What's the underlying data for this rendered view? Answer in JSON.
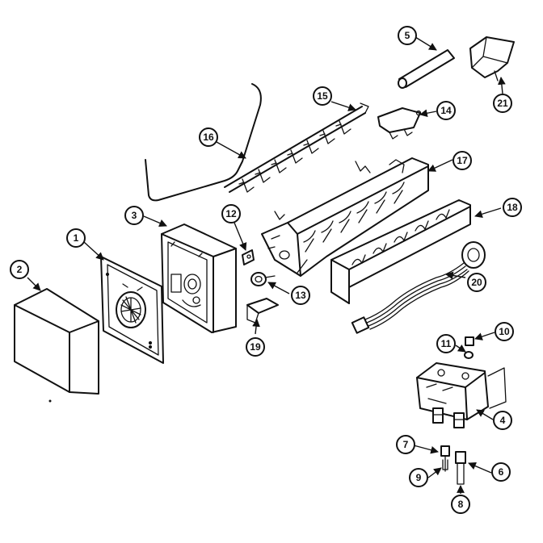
{
  "diagram": {
    "callouts": [
      {
        "id": "c1",
        "label": "1"
      },
      {
        "id": "c2",
        "label": "2"
      },
      {
        "id": "c3",
        "label": "3"
      },
      {
        "id": "c4",
        "label": "4"
      },
      {
        "id": "c5",
        "label": "5"
      },
      {
        "id": "c6",
        "label": "6"
      },
      {
        "id": "c7",
        "label": "7"
      },
      {
        "id": "c8",
        "label": "8"
      },
      {
        "id": "c9",
        "label": "9"
      },
      {
        "id": "c10",
        "label": "10"
      },
      {
        "id": "c11",
        "label": "11"
      },
      {
        "id": "c12",
        "label": "12"
      },
      {
        "id": "c13",
        "label": "13"
      },
      {
        "id": "c14",
        "label": "14"
      },
      {
        "id": "c15",
        "label": "15"
      },
      {
        "id": "c16",
        "label": "16"
      },
      {
        "id": "c17",
        "label": "17"
      },
      {
        "id": "c18",
        "label": "18"
      },
      {
        "id": "c19",
        "label": "19"
      },
      {
        "id": "c20",
        "label": "20"
      },
      {
        "id": "c21",
        "label": "21"
      }
    ]
  }
}
